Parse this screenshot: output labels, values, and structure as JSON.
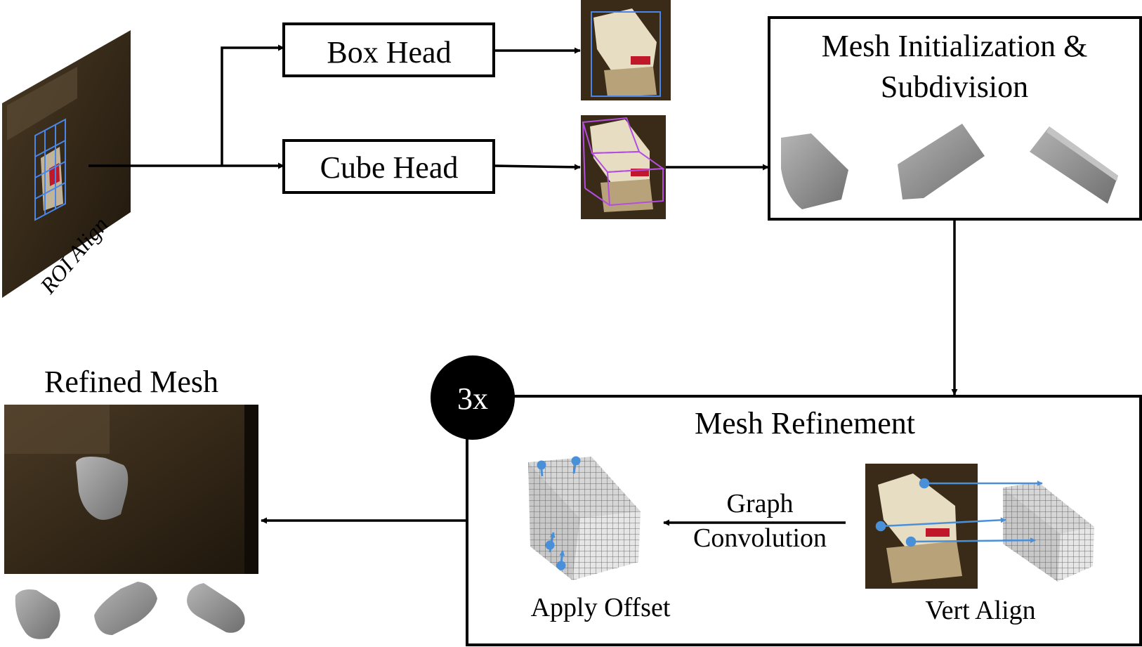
{
  "labels": {
    "roi_align": "ROI Align",
    "box_head": "Box Head",
    "cube_head": "Cube Head",
    "mesh_init_line1": "Mesh Initialization &",
    "mesh_init_line2": "Subdivision",
    "repeat_badge": "3x",
    "mesh_refinement": "Mesh Refinement",
    "graph_conv_line1": "Graph",
    "graph_conv_line2": "Convolution",
    "apply_offset": "Apply Offset",
    "vert_align": "Vert Align",
    "refined_mesh": "Refined Mesh"
  },
  "colors": {
    "ink": "#000000",
    "box_2d": "#4a86e8",
    "cube_3d": "#b44ee0",
    "vertex_marker": "#4a90d9",
    "mesh_gray": "#8c8c8c",
    "photo_dark": "#2b1f12",
    "photo_bag": "#e7ddc3",
    "photo_red": "#c0182a"
  },
  "icons": {
    "roi_feature": "feature-map-grid",
    "box_prediction": "2d-box-crop",
    "cube_prediction": "3d-cube-crop",
    "mesh_shapes": "gray-mesh-shape",
    "grid_mesh": "wireframe-box-mesh",
    "refined_scene": "scene-photo-with-mesh"
  }
}
